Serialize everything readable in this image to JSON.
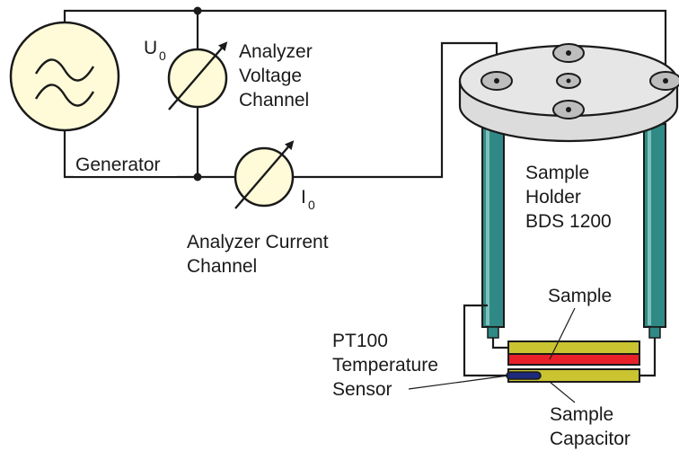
{
  "labels": {
    "u0_symbol": "U",
    "u0_subscript": "0",
    "voltage_line1": "Analyzer",
    "voltage_line2": "Voltage",
    "voltage_line3": "Channel",
    "generator": "Generator",
    "i0_symbol": "I",
    "i0_subscript": "0",
    "current_line1": "Analyzer Current",
    "current_line2": "Channel",
    "holder_line1": "Sample",
    "holder_line2": "Holder",
    "holder_line3": "BDS 1200",
    "sample": "Sample",
    "pt100_line1": "PT100",
    "pt100_line2": "Temperature",
    "pt100_line3": "Sensor",
    "capacitor_line1": "Sample",
    "capacitor_line2": "Capacitor"
  },
  "colors": {
    "wire": "#1a1a1a",
    "meter_fill": "#fffbd8",
    "holder_disk": "#e2e2e2",
    "rod": "#2f8a86",
    "electrode": "#c9c430",
    "sample": "#e8202a",
    "sensor": "#1e2a7a"
  }
}
